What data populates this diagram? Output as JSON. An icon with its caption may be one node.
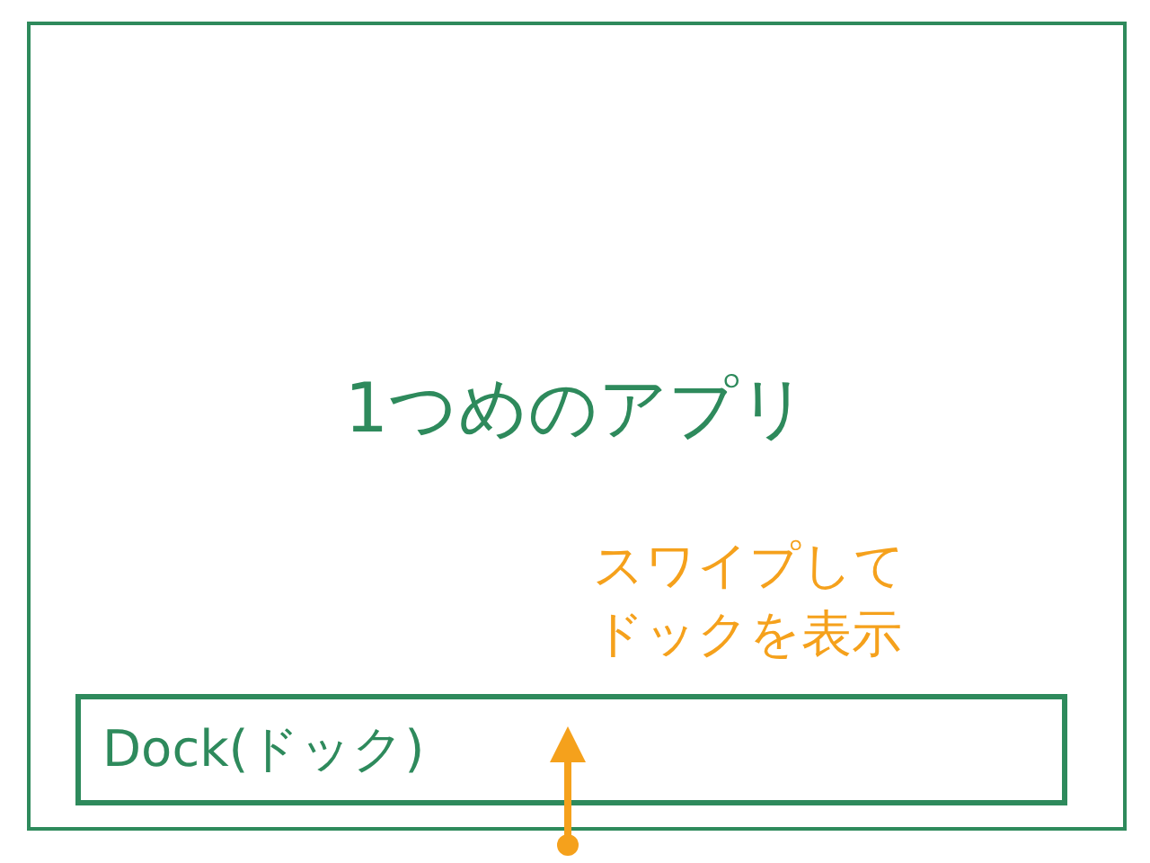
{
  "diagram": {
    "nodes": [
      {
        "text": [
          "1つめのアプリ"
        ]
      },
      {
        "text": [
          "Dock(ドック)"
        ],
        "in": 0
      }
    ],
    "edges": [
      {
        "from": null,
        "to": 1,
        "arrow": "to",
        "label": "スワイプしてドックを表示",
        "color": "#f5a11c"
      }
    ]
  }
}
